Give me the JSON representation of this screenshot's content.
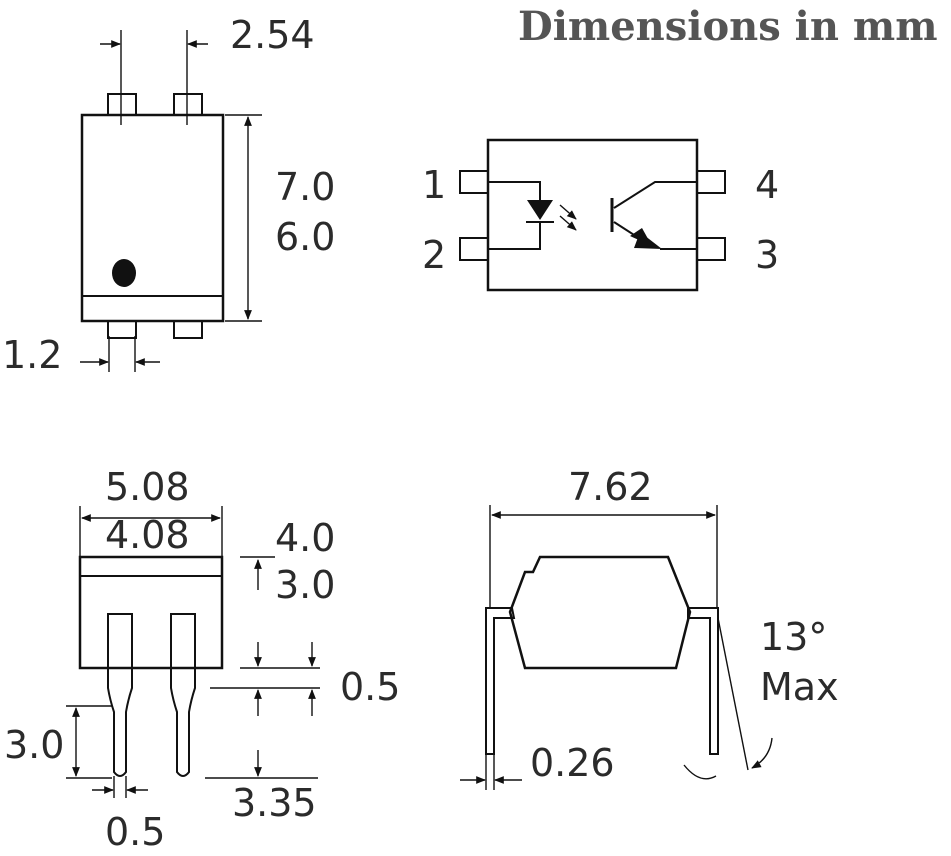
{
  "title": "Dimensions in mm",
  "top_view": {
    "pitch": "2.54",
    "length_max": "7.0",
    "length_min": "6.0",
    "pin_width": "1.2"
  },
  "schematic": {
    "pin1": "1",
    "pin2": "2",
    "pin3": "3",
    "pin4": "4"
  },
  "side_view": {
    "width_max": "5.08",
    "width_min": "4.08",
    "height_max": "4.0",
    "height_min": "3.0",
    "standoff": "0.5",
    "lead_length": "3.0",
    "lead_width": "0.5",
    "overall_lead": "3.35"
  },
  "end_view": {
    "row_spacing": "7.62",
    "lead_thickness": "0.26",
    "angle": "13°",
    "angle_qualifier": "Max"
  }
}
